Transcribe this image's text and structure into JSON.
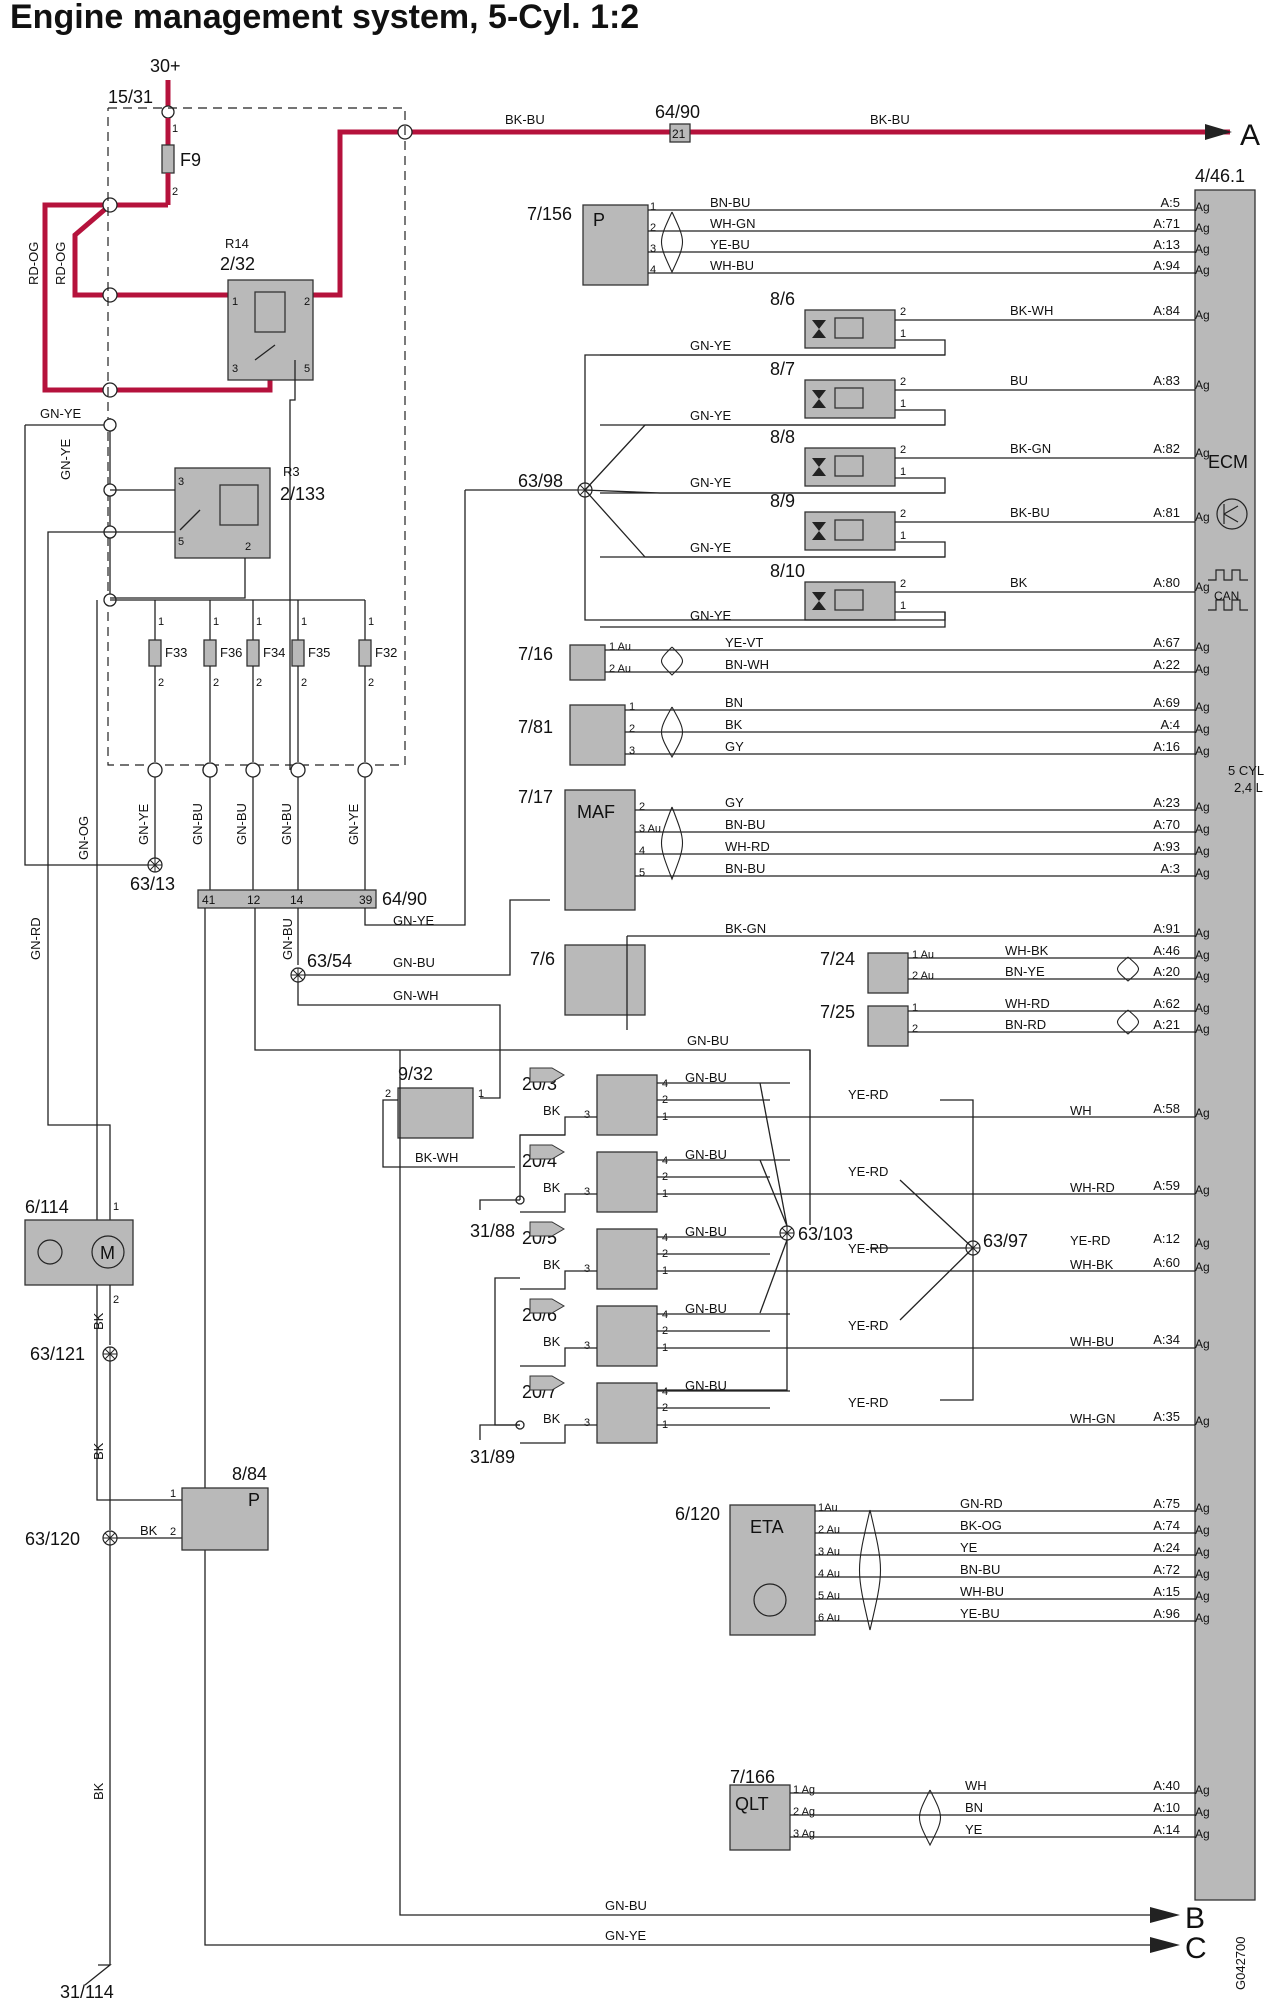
{
  "title": "Engine management system, 5-Cyl. 1:2",
  "supply": {
    "terminal_30": "30+",
    "terminal_15": "15/31",
    "fuse_f9": "F9"
  },
  "relays": {
    "r14": {
      "name": "R14",
      "id": "2/32"
    },
    "r3": {
      "name": "R3",
      "id": "2/133"
    }
  },
  "fuses": [
    "F33",
    "F36",
    "F34",
    "F35",
    "F32"
  ],
  "connector_6490": {
    "id": "64/90",
    "pins": [
      "41",
      "12",
      "14",
      "39"
    ],
    "top_pin": "21"
  },
  "ecm": {
    "id": "4/46.1",
    "label": "ECM",
    "can": "CAN",
    "engine": "5 CYL 2,4 L"
  },
  "exits": {
    "a": "A",
    "b": "B",
    "c": "C",
    "code": "G042700"
  },
  "wire_colors_top": {
    "rd_og_1": "RD-OG",
    "rd_og_2": "RD-OG",
    "bk_bu_1": "BK-BU",
    "bk_bu_2": "BK-BU",
    "gn_ye": "GN-YE",
    "gn_ye_v": "GN-YE"
  },
  "components": [
    {
      "id": "7/156",
      "pins": [
        {
          "pin": "1",
          "wire": "BN-BU",
          "ecm": "A:5"
        },
        {
          "pin": "2",
          "wire": "WH-GN",
          "ecm": "A:71"
        },
        {
          "pin": "3",
          "wire": "YE-BU",
          "ecm": "A:13"
        },
        {
          "pin": "4",
          "wire": "WH-BU",
          "ecm": "A:94"
        }
      ]
    },
    {
      "id": "8/6",
      "wire": "BK-WH",
      "ecm": "A:84"
    },
    {
      "id": "8/7",
      "wire": "BU",
      "ecm": "A:83"
    },
    {
      "id": "8/8",
      "wire": "BK-GN",
      "ecm": "A:82"
    },
    {
      "id": "8/9",
      "wire": "BK-BU",
      "ecm": "A:81"
    },
    {
      "id": "8/10",
      "wire": "BK",
      "ecm": "A:80"
    },
    {
      "id": "7/16",
      "pins": [
        {
          "pin": "1 Au",
          "wire": "YE-VT",
          "ecm": "A:67"
        },
        {
          "pin": "2 Au",
          "wire": "BN-WH",
          "ecm": "A:22"
        }
      ]
    },
    {
      "id": "7/81",
      "pins": [
        {
          "pin": "1",
          "wire": "BN",
          "ecm": "A:69"
        },
        {
          "pin": "2",
          "wire": "BK",
          "ecm": "A:4"
        },
        {
          "pin": "3",
          "wire": "GY",
          "ecm": "A:16"
        }
      ]
    },
    {
      "id": "7/17",
      "label": "MAF",
      "pins": [
        {
          "pin": "2",
          "wire": "GY",
          "ecm": "A:23"
        },
        {
          "pin": "3 Au",
          "wire": "BN-BU",
          "ecm": "A:70"
        },
        {
          "pin": "4",
          "wire": "WH-RD",
          "ecm": "A:93"
        },
        {
          "pin": "5",
          "wire": "BN-BU",
          "ecm": "A:3"
        }
      ]
    },
    {
      "id": "7/6",
      "wire": "BK-GN",
      "ecm": "A:91"
    },
    {
      "id": "7/24",
      "pins": [
        {
          "pin": "1 Au",
          "wire": "WH-BK",
          "ecm": "A:46"
        },
        {
          "pin": "2 Au",
          "wire": "BN-YE",
          "ecm": "A:20"
        }
      ]
    },
    {
      "id": "7/25",
      "pins": [
        {
          "pin": "1",
          "wire": "WH-RD",
          "ecm": "A:62"
        },
        {
          "pin": "2",
          "wire": "BN-RD",
          "ecm": "A:21"
        }
      ]
    },
    {
      "id": "9/32",
      "wire": "BK-WH"
    },
    {
      "id": "20/3",
      "wire": "WH",
      "ecm": "A:58"
    },
    {
      "id": "20/4",
      "wire": "WH-RD",
      "ecm": "A:59"
    },
    {
      "id": "20/5",
      "wire": "WH-BK",
      "ecm": "A:60",
      "wire2": "YE-RD",
      "ecm2": "A:12"
    },
    {
      "id": "20/6",
      "wire": "WH-BU",
      "ecm": "A:34"
    },
    {
      "id": "20/7",
      "wire": "WH-GN",
      "ecm": "A:35"
    },
    {
      "id": "6/114"
    },
    {
      "id": "8/84",
      "label": "P"
    },
    {
      "id": "6/120",
      "label": "ETA",
      "pins": [
        {
          "pin": "1Au",
          "wire": "GN-RD",
          "ecm": "A:75"
        },
        {
          "pin": "2 Au",
          "wire": "BK-OG",
          "ecm": "A:74"
        },
        {
          "pin": "3 Au",
          "wire": "YE",
          "ecm": "A:24"
        },
        {
          "pin": "4 Au",
          "wire": "BN-BU",
          "ecm": "A:72"
        },
        {
          "pin": "5 Au",
          "wire": "WH-BU",
          "ecm": "A:15"
        },
        {
          "pin": "6 Au",
          "wire": "YE-BU",
          "ecm": "A:96"
        }
      ]
    },
    {
      "id": "7/166",
      "label": "QLT",
      "pins": [
        {
          "pin": "1 Ag",
          "wire": "WH",
          "ecm": "A:40"
        },
        {
          "pin": "2 Ag",
          "wire": "BN",
          "ecm": "A:10"
        },
        {
          "pin": "3 Ag",
          "wire": "YE",
          "ecm": "A:14"
        }
      ]
    }
  ],
  "splices": {
    "s6398": "63/98",
    "s6313": "63/13",
    "s6354": "63/54",
    "s63103": "63/103",
    "s6397": "63/97",
    "s63121": "63/121",
    "s63120": "63/120",
    "g3188": "31/88",
    "g3189": "31/89",
    "g31114": "31/114"
  },
  "misc_wires": {
    "gn_og": "GN-OG",
    "gn_rd": "GN-RD",
    "gn_ye_f33": "GN-YE",
    "gn_bu_f36": "GN-BU",
    "gn_bu_f34": "GN-BU",
    "gn_bu_f35": "GN-BU",
    "gn_ye_f32": "GN-YE",
    "gn_ye_out": "GN-YE",
    "gn_bu_out": "GN-BU",
    "gn_wh": "GN-WH",
    "gn_bu_inj": "GN-BU",
    "gn_bu_b": "GN-BU",
    "gn_ye_c": "GN-YE",
    "bk": "BK",
    "ye_rd": "YE-RD",
    "gn_bu": "GN-BU"
  }
}
